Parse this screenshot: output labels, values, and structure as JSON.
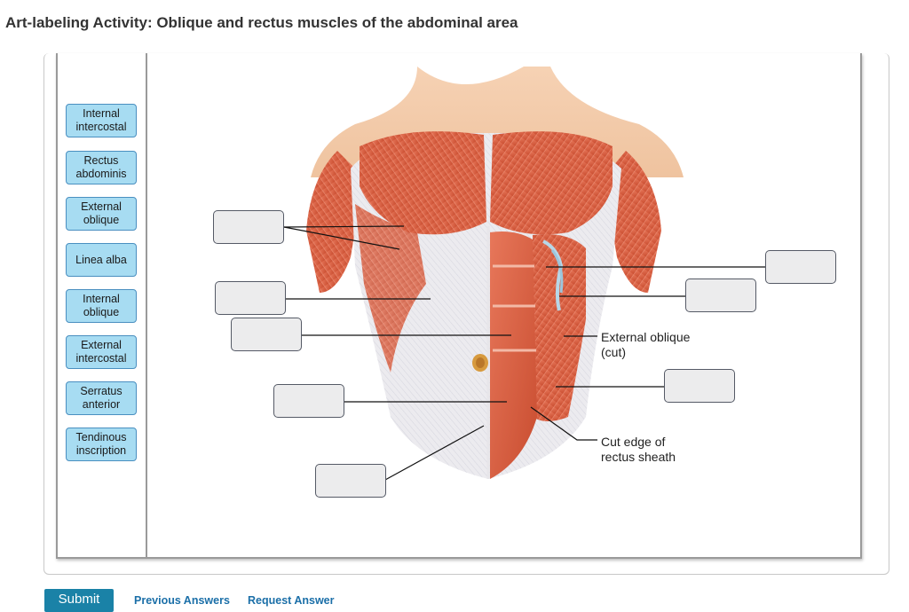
{
  "page": {
    "title": "Art-labeling Activity: Oblique and rectus muscles of the abdominal area"
  },
  "word_bank": [
    "Internal\nintercostal",
    "Rectus\nabdominis",
    "External\noblique",
    "Linea alba",
    "Internal\noblique",
    "External\nintercostal",
    "Serratus\nanterior",
    "Tendinous\ninscription"
  ],
  "figure": {
    "labels": {
      "external_oblique_cut": "External oblique\n(cut)",
      "cut_edge_rectus_sheath": "Cut edge of\nrectus sheath"
    }
  },
  "actions": {
    "submit": "Submit",
    "previous_answers": "Previous Answers",
    "request_answer": "Request Answer"
  },
  "colors": {
    "chip_fill": "#a7dcf2",
    "chip_border": "#4a8fc0",
    "submit_fill": "#1a82a7",
    "link": "#1b6fa8",
    "muscle": "#d9603f"
  }
}
